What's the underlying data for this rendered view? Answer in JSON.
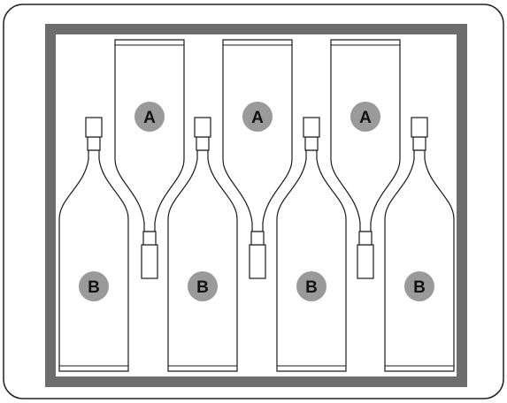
{
  "colors": {
    "frame": "#6d6d6d",
    "outline": "#1a1a1a",
    "badge_fill": "#9a9a9a",
    "badge_text": "#111111",
    "card_border": "#222222",
    "background": "#ffffff"
  },
  "bottles": {
    "upside_down_row": [
      {
        "label": "A"
      },
      {
        "label": "A"
      },
      {
        "label": "A"
      }
    ],
    "upright_row": [
      {
        "label": "B"
      },
      {
        "label": "B"
      },
      {
        "label": "B"
      },
      {
        "label": "B"
      }
    ]
  }
}
